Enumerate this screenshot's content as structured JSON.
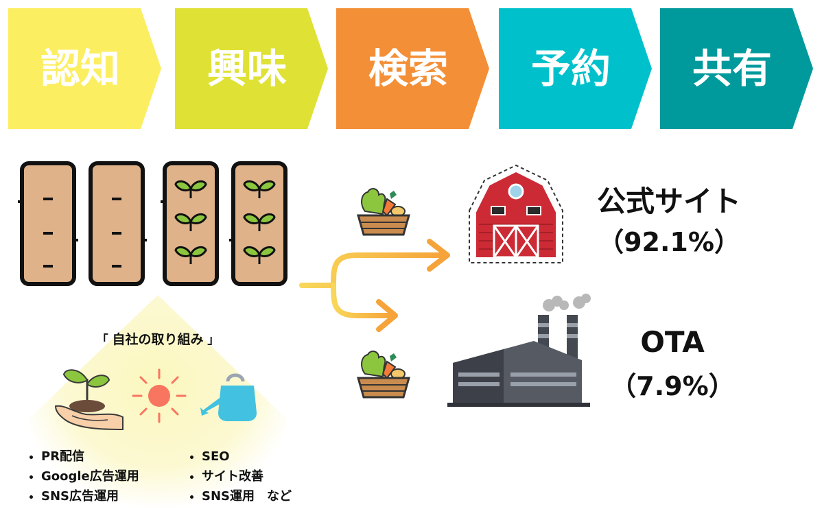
{
  "funnel": {
    "stages": [
      {
        "label": "認知",
        "color": "#fcee61",
        "text": "#ffffff"
      },
      {
        "label": "興味",
        "color": "#dfe235",
        "text": "#ffffff"
      },
      {
        "label": "検索",
        "color": "#f38f37",
        "text": "#ffffff"
      },
      {
        "label": "予約",
        "color": "#00c1cb",
        "text": "#ffffff"
      },
      {
        "label": "共有",
        "color": "#00999c",
        "text": "#ffffff"
      }
    ]
  },
  "initiatives": {
    "title": "自社の取り組み",
    "list_left": [
      "PR配信",
      "Google広告運用",
      "SNS広告運用"
    ],
    "list_right": [
      "SEO",
      "サイト改善",
      "SNS運用　など"
    ]
  },
  "destinations": [
    {
      "name": "公式サイト",
      "share": "（92.1%）",
      "icon": "barn-icon"
    },
    {
      "name": "OTA",
      "share": "（7.9%）",
      "icon": "factory-icon"
    }
  ],
  "colors": {
    "soil": "#dfb28a",
    "sprout": "#8cc63f",
    "arrow": "#f8c94d",
    "barn": "#cc2a34",
    "factory": "#46494f"
  }
}
